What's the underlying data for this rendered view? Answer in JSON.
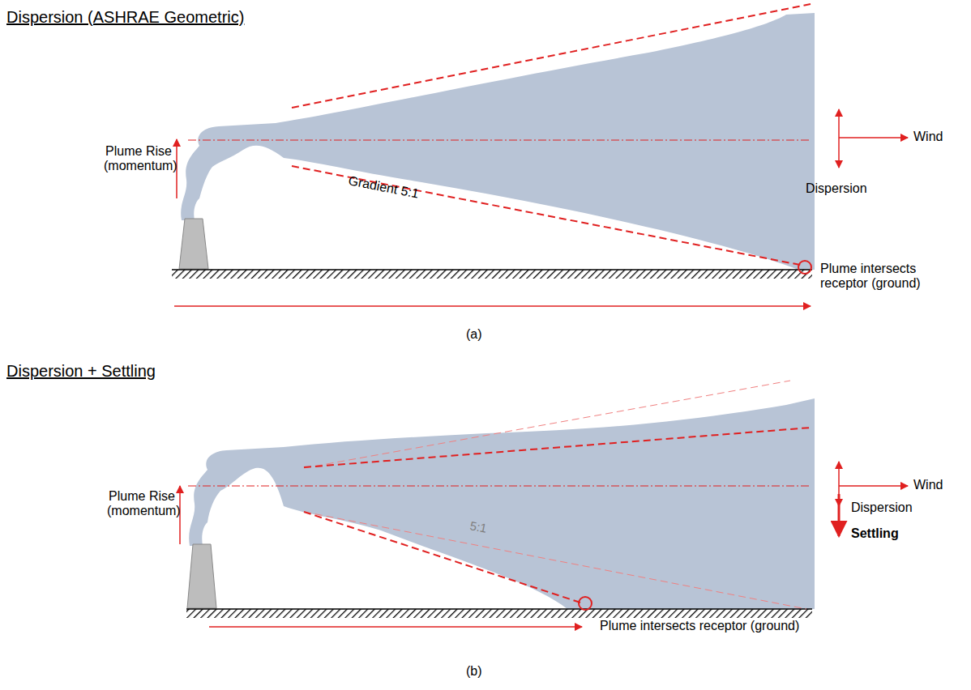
{
  "diagram": {
    "labels": [
      "Dispersion (ASHRAE Geometric)",
      "Plume Rise (momentum)",
      "Wind",
      "Dispersion",
      "Gradient 5:1",
      "Plume intersects receptor (ground)",
      "(a)",
      "Dispersion + Settling",
      "Plume Rise (momentum)",
      "Wind",
      "Dispersion",
      "Settling",
      "5:1",
      "Plume intersects receptor (ground)",
      "(b)"
    ]
  }
}
